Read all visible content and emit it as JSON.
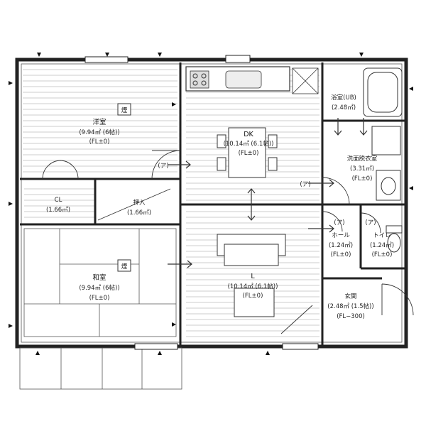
{
  "rooms": {
    "western": {
      "name": "洋室",
      "area": "(9.94㎡ (6帖))",
      "floor": "(FL±0)"
    },
    "dk": {
      "name": "DK",
      "area": "(10.14㎡ (6.1帖))",
      "floor": "(FL±0)"
    },
    "bath": {
      "name": "浴室(UB)",
      "area": "(2.48㎡)"
    },
    "washroom": {
      "name": "洗面脱衣室",
      "area": "(3.31㎡)",
      "floor": "(FL±0)"
    },
    "closet": {
      "name": "CL",
      "area": "(1.66㎡)"
    },
    "oshiire": {
      "name": "押入",
      "area": "(1.66㎡)"
    },
    "japanese": {
      "name": "和室",
      "area": "(9.94㎡ (6帖))",
      "floor": "(FL±0)"
    },
    "living": {
      "name": "L",
      "area": "(10.14㎡ (6.1帖))",
      "floor": "(FL±0)"
    },
    "hall": {
      "name": "ホール",
      "area": "(1.24㎡)",
      "floor": "(FL±0)"
    },
    "toilet": {
      "name": "トイレ",
      "area": "(1.24㎡)",
      "floor": "(FL±0)"
    },
    "entrance": {
      "name": "玄関",
      "area": "(2.48㎡ (1.5帖))",
      "floor": "(FL−300)"
    }
  },
  "marks": {
    "smoke_detector": "煙",
    "door_type": "(ア)"
  }
}
